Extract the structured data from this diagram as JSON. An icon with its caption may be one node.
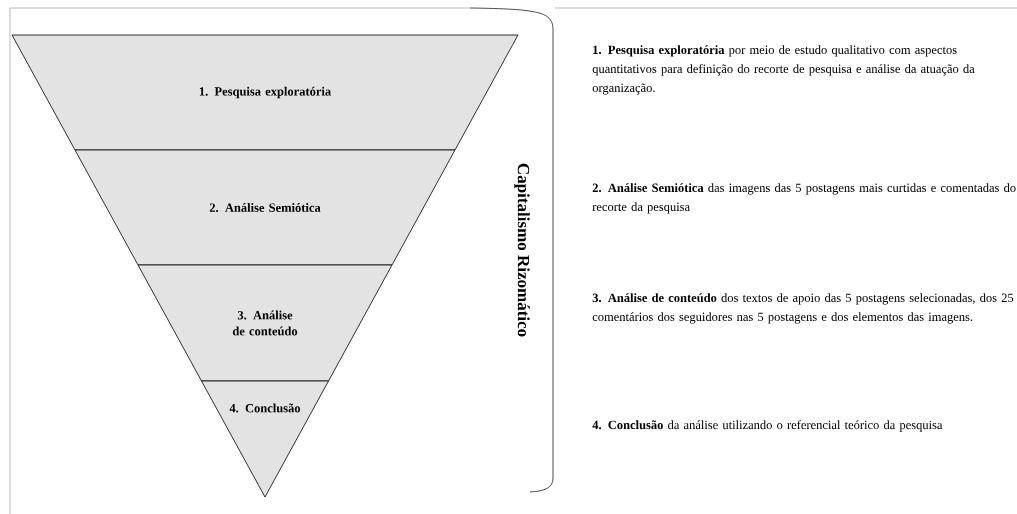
{
  "diagram": {
    "nodes": [
      {
        "text": [
          "1. Pesquisa exploratória"
        ]
      },
      {
        "text": [
          "2. Análise Semiótica"
        ]
      },
      {
        "text": [
          "3. Análise de conteúdo"
        ]
      },
      {
        "text": [
          "4. Conclusão"
        ]
      },
      {
        "text": [
          "Capitalismo Rizomático"
        ]
      }
    ],
    "labels": [
      "**1. Pesquisa exploratória** por meio de estudo qualitativo com aspectos quantitativos para definição do recorte de pesquisa e análise da atuação da organização.",
      "**2. Análise Semiótica** das imagens das 5 postagens mais curtidas e comentadas do recorte da pesquisa",
      "**3. Análise de conteúdo** dos textos de apoio das 5 postagens selecionadas, dos 25 comentários dos seguidores nas 5 postagens e dos elementos das imagens.",
      "**4. Conclusão** da análise utilizando o referencial teórico da pesquisa"
    ]
  }
}
